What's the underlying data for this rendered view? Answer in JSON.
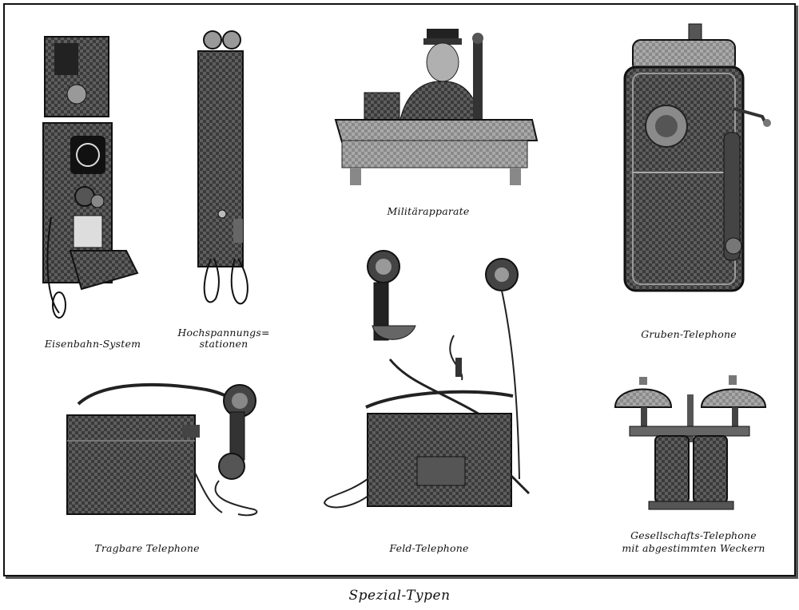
{
  "captions": {
    "eisenbahn": "Eisenbahn-System",
    "hochspannung_line1": "Hochspannungs=",
    "hochspannung_line2": "stationen",
    "militaer": "Militärapparate",
    "gruben": "Gruben-Telephone",
    "tragbare": "Tragbare Telephone",
    "feld": "Feld-Telephone",
    "gesellschaft_line1": "Gesellschafts-Telephone",
    "gesellschaft_line2": "mit abgestimmten Weckern"
  },
  "page_caption": "Spezial-Typen",
  "colors": {
    "ink": "#111111",
    "dark": "#2a2a2a",
    "mid": "#6b6b6b",
    "light": "#b5b5b5",
    "paper": "#ffffff"
  }
}
